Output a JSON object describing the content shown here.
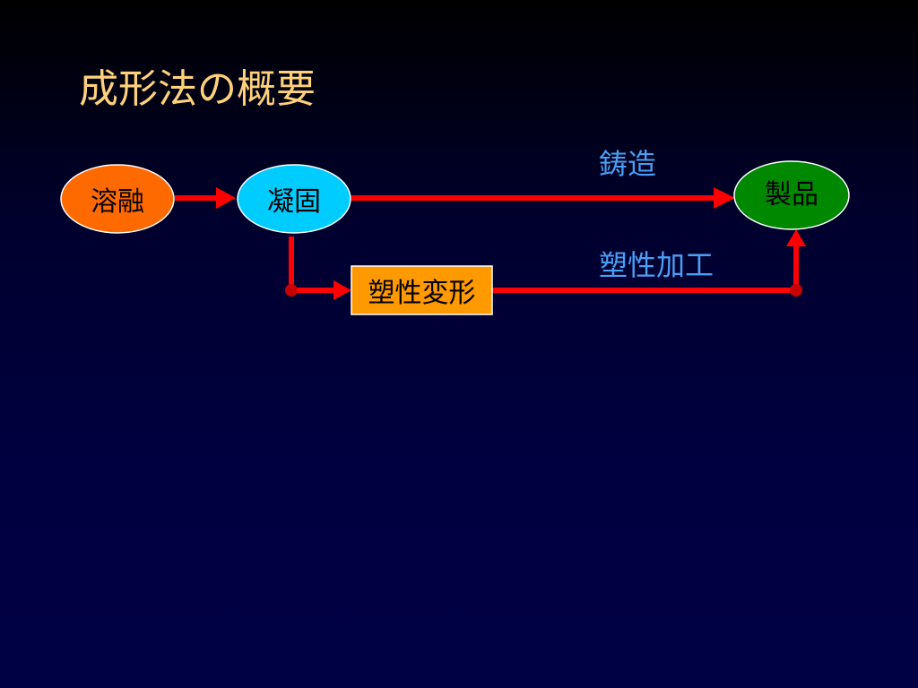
{
  "slide": {
    "title": "成形法の概要"
  },
  "colors": {
    "background_top": "#000000",
    "background_bottom": "#000045",
    "title": "#ffd27a",
    "arrow": "#ff0000",
    "joint": "#c80000",
    "process_label": "#4a9ff5",
    "node_outline": "#ffffff"
  },
  "nodes": {
    "melting": {
      "label": "溶融",
      "fill": "#ff6a00"
    },
    "solidification": {
      "label": "凝固",
      "fill": "#00ccff"
    },
    "plastic_deformation": {
      "label": "塑性変形",
      "fill": "#ff9900"
    },
    "product": {
      "label": "製品",
      "fill": "#008800"
    }
  },
  "processes": {
    "casting": "鋳造",
    "plastic_working": "塑性加工"
  }
}
